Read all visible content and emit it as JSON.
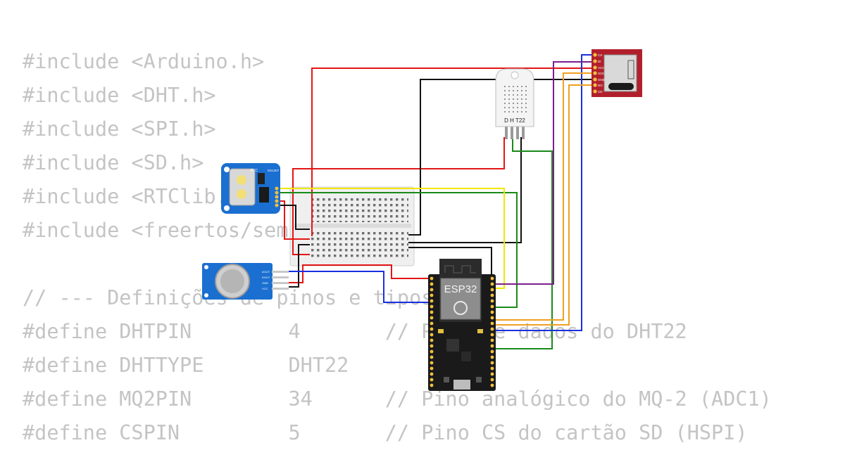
{
  "code_lines": [
    "#include <Arduino.h>",
    "#include <DHT.h>",
    "#include <SPI.h>",
    "#include <SD.h>",
    "#include <RTClib.h>",
    "#include <freertos/semphr.h>",
    "",
    "// --- Definições de pinos e tipos ---",
    "#define DHTPIN        4       // Pino de dados do DHT22",
    "#define DHTTYPE       DHT22",
    "#define MQ2PIN        34      // Pino analógico do MQ-2 (ADC1)",
    "#define CSPIN         5       // Pino CS do cartão SD (HSPI)"
  ],
  "components": {
    "esp32": {
      "label": "ESP32"
    },
    "dht22": {
      "label": "D H T22"
    },
    "rtc": {
      "label": "RTC",
      "chip": "DS1307"
    },
    "sd_module": {
      "pins": [
        "CD",
        "DO",
        "GND",
        "SCK",
        "VCC",
        "DI",
        "CS"
      ]
    },
    "mq2": {
      "pins": [
        "AOUT",
        "DOUT",
        "GND",
        "VCC"
      ]
    }
  },
  "wire_colors": {
    "red": "#e41515",
    "black": "#111111",
    "green": "#1a8a1a",
    "blue": "#1a2fe0",
    "yellow": "#f2e600",
    "purple": "#7a1f8c",
    "orange": "#f0a020"
  }
}
